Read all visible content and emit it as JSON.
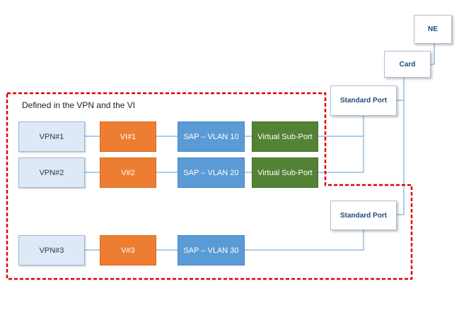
{
  "region": {
    "label": "Defined in the VPN and the VI",
    "border_color": "#e00000"
  },
  "rows": [
    {
      "vpn": "VPN#1",
      "vi": "VI#1",
      "sap": "SAP – VLAN 10",
      "sub_port": "Virtual Sub-Port"
    },
    {
      "vpn": "VPN#2",
      "vi": "V#2",
      "sap": "SAP – VLAN 20",
      "sub_port": "Virtual Sub-Port"
    },
    {
      "vpn": "VPN#3",
      "vi": "V#3",
      "sap": "SAP – VLAN 30"
    }
  ],
  "nodes": {
    "ne": "NE",
    "card": "Card",
    "standard_port_1": "Standard Port",
    "standard_port_2": "Standard Port"
  },
  "colors": {
    "vpn_fill": "#dde9f6",
    "vi_fill": "#ed7d31",
    "sap_fill": "#5b9bd5",
    "sub_port_fill": "#548235",
    "line": "#5b9bd5",
    "node_text": "#1f4e79"
  }
}
